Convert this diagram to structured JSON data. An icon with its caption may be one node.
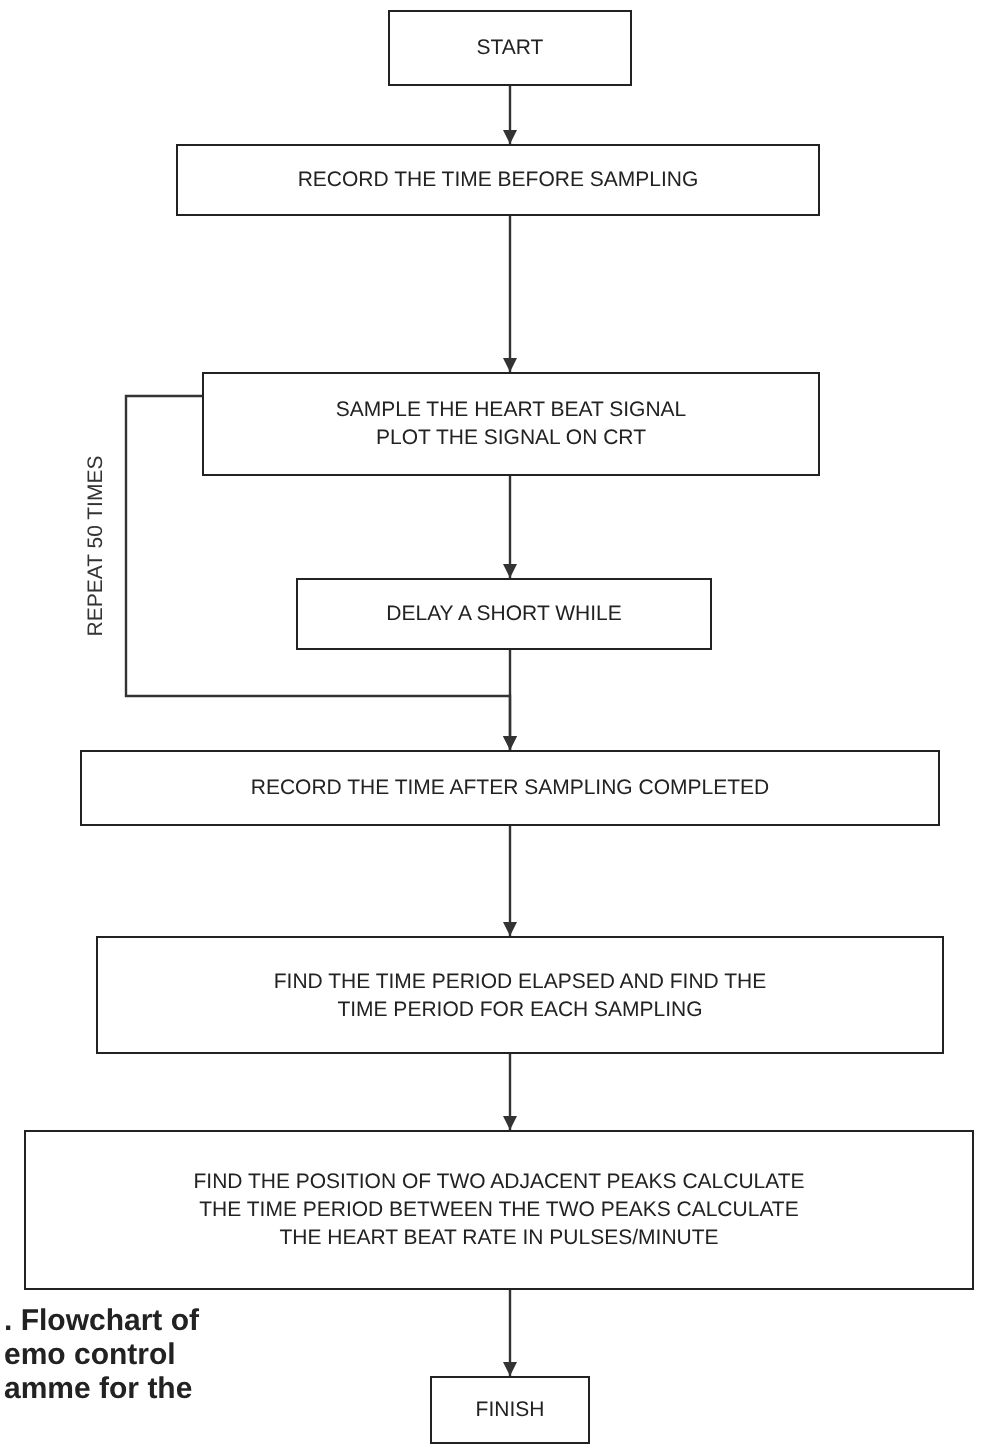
{
  "diagram": {
    "caption": ". Flowchart of emo control amme for the",
    "nodes": [
      {
        "text": [
          "START"
        ]
      },
      {
        "text": [
          "RECORD THE TIME BEFORE SAMPLING"
        ]
      },
      {
        "text": [
          "SAMPLE THE HEART BEAT SIGNAL PLOT THE SIGNAL ON CRT"
        ]
      },
      {
        "text": [
          "DELAY A SHORT WHILE"
        ]
      },
      {
        "text": [
          "RECORD THE TIME AFTER SAMPLING COMPLETED"
        ]
      },
      {
        "text": [
          "FIND THE TIME PERIOD ELAPSED AND FIND THE TIME PERIOD FOR EACH SAMPLING"
        ]
      },
      {
        "text": [
          "FIND THE POSITION OF TWO ADJACENT PEAKS CALCULATE THE TIME PERIOD BETWEEN THE TWO PEAKS CALCULATE THE HEART BEAT RATE IN PULSES/MINUTE"
        ]
      },
      {
        "text": [
          "FINISH"
        ]
      }
    ],
    "edges": [
      {
        "from": 0,
        "to": 1,
        "arrow": "to"
      },
      {
        "from": 1,
        "to": 2,
        "arrow": "to"
      },
      {
        "from": 2,
        "to": 3,
        "arrow": "to"
      },
      {
        "from": 3,
        "to": 4,
        "arrow": "to"
      },
      {
        "from": 2,
        "to": 4,
        "arrow": "to",
        "label": "REPEAT 50 TIMES"
      },
      {
        "from": 4,
        "to": 5,
        "arrow": "to"
      },
      {
        "from": 5,
        "to": 6,
        "arrow": "to"
      },
      {
        "from": 6,
        "to": 7,
        "arrow": "to"
      }
    ]
  }
}
